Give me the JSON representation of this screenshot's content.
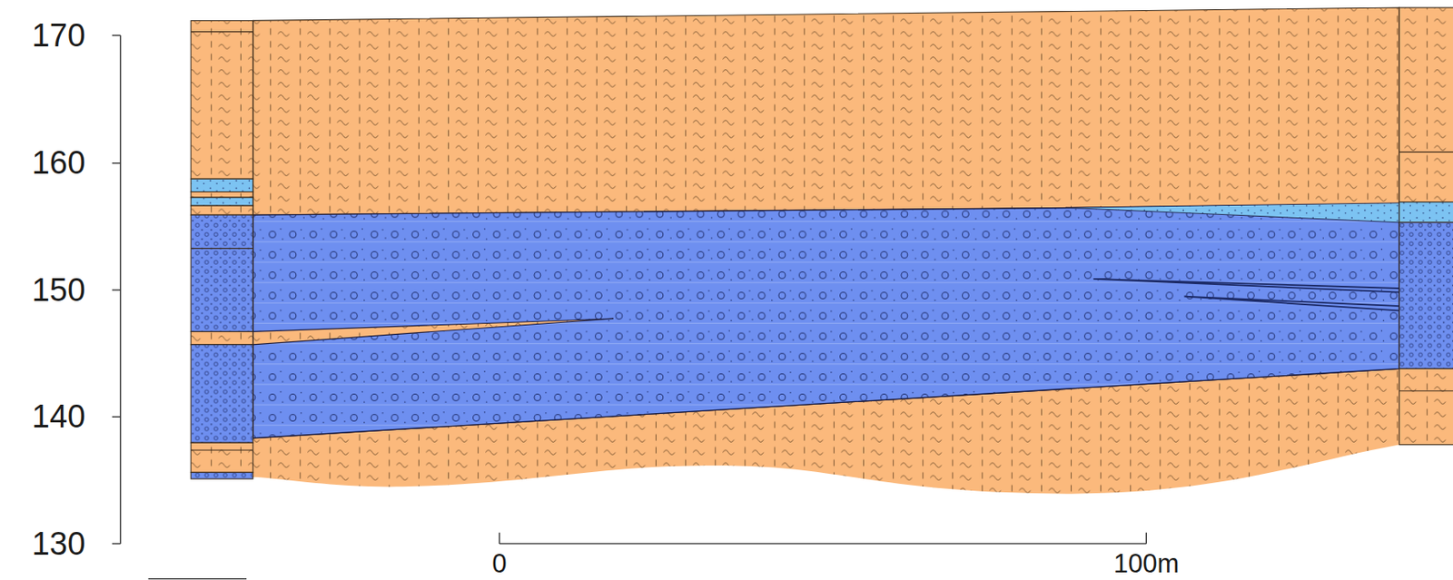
{
  "diagram": {
    "labels": [
      "170",
      "160",
      "150",
      "140",
      "130",
      "0",
      "100m"
    ]
  }
}
